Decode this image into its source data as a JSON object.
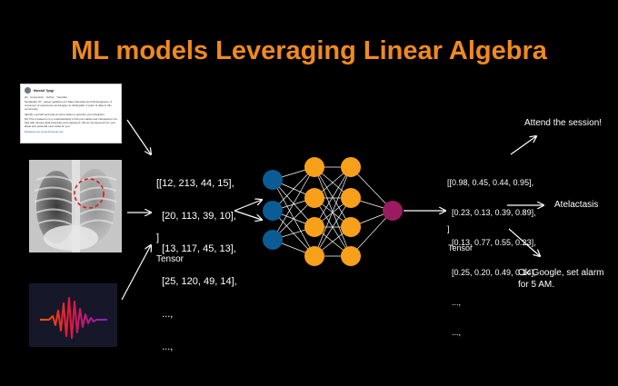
{
  "title": "ML models Leveraging Linear Algebra",
  "card": {
    "name": "Harshit Tyagi",
    "subtitle": "2d · Connection · Author · Youtuber",
    "text1": "Newsletter 37 - career guidance for Data Scientists and ML Engineers. A crossover of experience and degree to distinguish 4 years of data in this community.",
    "text2": "Identify yourself and look at some ideas to optimize your discipline.",
    "text3": "My This is based on my understanding of the job market and interactions I've had with various data scientists and engineers, this an amusement fun, just ideas and potential new roads for you.",
    "tags": "#datascience #machinelearning"
  },
  "input_tensor": {
    "rows": [
      "[[12, 213, 44, 15],",
      "  [20, 113, 39, 10],",
      "  [13, 117, 45, 13],",
      "  [25, 120, 49, 14],",
      "  ...,",
      "  ...,"
    ],
    "close": "]",
    "label": "Tensor"
  },
  "output_tensor": {
    "rows": [
      "[[0.98, 0.45, 0.44, 0.95],",
      "  [0.23, 0.13, 0.39, 0.89],",
      "  [0.13, 0.77, 0.55, 0.23],",
      "  [0.25, 0.20, 0.49, 0.14],",
      "  ...,",
      "  ...,"
    ],
    "close": "]",
    "label": "Tensor"
  },
  "outputs": {
    "top": "Attend the session!",
    "middle": "Atelactasis",
    "bottom": "Ok Google, set alarm\nfor 5 AM."
  },
  "colors": {
    "title": "#f08a1f",
    "input_node": "#0b5c95",
    "hidden_node": "#f9a01b",
    "output_node": "#9b1b62",
    "xray_circle": "#e01818",
    "wave_start": "#ff5a00",
    "wave_end": "#8a1dd6",
    "edge": "#ffffff"
  }
}
